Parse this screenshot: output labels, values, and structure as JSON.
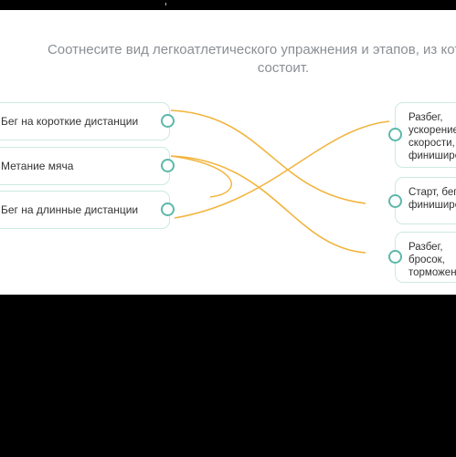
{
  "question": "Соотнесите вид легкоатлетического упражнения и этапов, из которых оно состоит.",
  "left_items": [
    {
      "label": "Бег на короткие дистанции"
    },
    {
      "label": "Метание мяча"
    },
    {
      "label": "Бег на длинные дистанции"
    }
  ],
  "right_items": [
    {
      "label": "Разбег, ускорение скорости, финиширование"
    },
    {
      "label": "Старт, бег, финиширование"
    },
    {
      "label": "Разбег, бросок, торможение"
    }
  ],
  "colors": {
    "accent": "#5cb8aa",
    "card_border": "#cde9e3",
    "connection_line": "#f2b43c"
  }
}
